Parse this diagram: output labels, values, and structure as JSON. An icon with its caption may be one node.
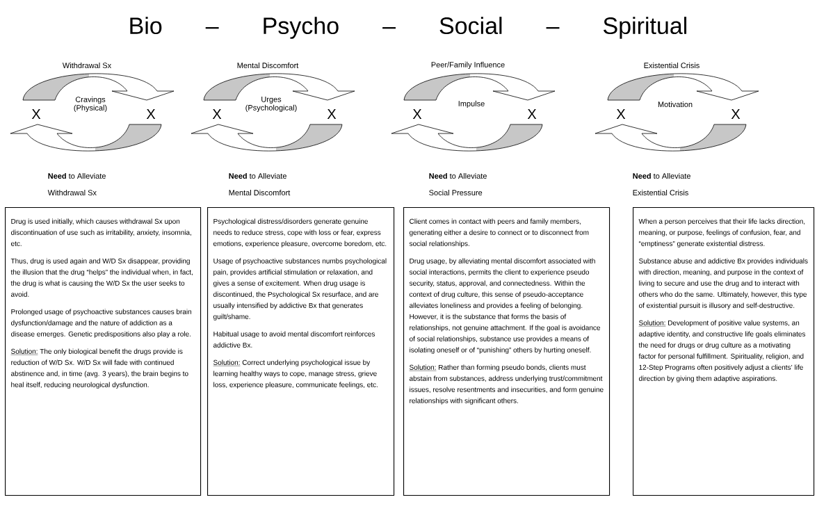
{
  "diagram": {
    "title": "Bio – Psycho – Social – Spiritual",
    "nodes": [
      {
        "text": [
          "Drug is used initially, which causes withdrawal Sx upon discontinuation of use such as irritability, anxiety, insomnia, etc.",
          "Thus, drug is used again and W/D Sx disappear, providing the illusion that the drug “helps” the individual when, in fact, the drug is what is causing the W/D Sx the user seeks to avoid.",
          "Prolonged usage of psychoactive substances causes brain dysfunction/damage and the nature of addiction as a disease emerges. Genetic predispositions also play a role.",
          "Solution:",
          "The only biological benefit the drugs provide is reduction of W/D Sx.  W/D Sx will fade with continued abstinence and, in time (avg. 3 years), the brain begins to heal itself, reducing neurological dysfunction."
        ]
      },
      {
        "text": [
          "Psychological distress/disorders generate genuine needs to reduce stress, cope with loss or fear, express emotions, experience pleasure, overcome boredom, etc.",
          "Usage of psychoactive substances numbs psychological pain, provides artificial stimulation or relaxation, and gives a sense of excitement.  When drug usage is discontinued, the Psychological Sx resurface, and are usually intensified by addictive Bx that generates guilt/shame.",
          "Habitual usage to avoid mental discomfort reinforces addictive Bx.",
          "Solution:",
          "Correct underlying psychological issue by learning healthy ways to cope, manage stress, grieve loss, experience pleasure, communicate feelings, etc."
        ]
      },
      {
        "text": [
          "Client comes in contact with peers and family members, generating either a desire to connect or to disconnect from social relationships.",
          "Drug usage, by alleviating mental discomfort associated with social interactions, permits the client to experience pseudo security, status, approval, and connectedness.  Within the context of drug culture, this sense of pseudo-acceptance alleviates loneliness and provides a feeling of belonging.  However, it is the substance that forms the basis of relationships, not genuine attachment.  If the goal is avoidance of social relationships, substance use provides a means of isolating oneself or of “punishing” others by hurting oneself.",
          "Solution:",
          "Rather than forming pseudo bonds, clients must abstain from substances, address underlying trust/commitment issues, resolve resentments and insecurities, and form genuine relationships with significant others."
        ]
      },
      {
        "text": [
          "When a person perceives that their life lacks direction, meaning, or purpose, feelings of confusion, fear, and “emptiness” generate existential distress.",
          "Substance abuse and addictive Bx provides individuals with direction, meaning, and purpose in the context of living to secure and use the drug and to interact with others who do the same.  Ultimately, however, this type of existential pursuit is illusory and self-destructive.",
          "Solution:",
          "Development of positive value systems, an adaptive identity, and constructive life goals eliminates the need for drugs or drug culture as a motivating factor for personal fulfillment.  Spirituality, religion, and 12-Step Programs often positively adjust a clients’ life direction by giving them adaptive aspirations."
        ]
      }
    ],
    "labels": [
      "Withdrawal Sx",
      "Mental Discomfort",
      "Peer/Family Influence",
      "Existential Crisis",
      "Cravings (Physical)",
      "Urges (Psychological)",
      "Impulse",
      "Motivation",
      "X",
      "X",
      "X",
      "X",
      "X",
      "X",
      "X",
      "X",
      "**Need** to Alleviate",
      "Withdrawal Sx",
      "**Need** to Alleviate",
      "Mental Discomfort",
      "**Need** to Alleviate",
      "Social Pressure",
      "**Need** to Alleviate",
      "Existential Crisis"
    ]
  }
}
